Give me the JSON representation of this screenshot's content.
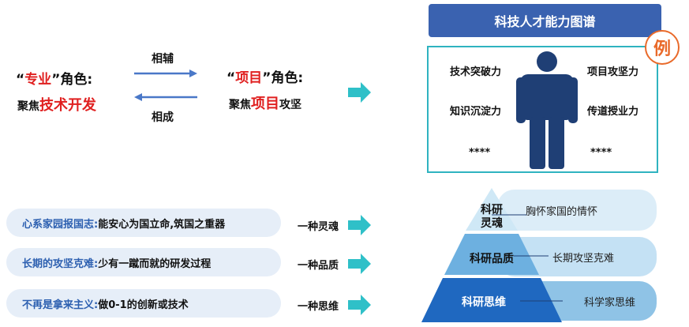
{
  "left_top": {
    "professional_role": {
      "quote_open": "“",
      "keyword": "专业",
      "quote_close": "”",
      "suffix": "角色:"
    },
    "professional_focus": {
      "prefix": "聚焦",
      "keyword": "技术开发"
    },
    "project_role": {
      "quote_open": "“",
      "keyword": "项目",
      "quote_close": "”",
      "suffix": "角色:"
    },
    "project_focus": {
      "prefix": "聚焦",
      "keyword": "项目",
      "suffix": "攻坚"
    },
    "arrow_right_label": "相辅",
    "arrow_left_label": "相成"
  },
  "panel": {
    "title": "科技人才能力图谱",
    "badge": "例",
    "left_abilities": [
      "技术突破力",
      "知识沉淀力",
      "****"
    ],
    "right_abilities": [
      "项目攻坚力",
      "传道授业力",
      "****"
    ]
  },
  "rows": [
    {
      "key": "心系家园报国志:",
      "text": "能安心为国立命,筑国之重器",
      "kind": "一种灵魂"
    },
    {
      "key": "长期的攻坚克难:",
      "text": "少有一蹴而就的研发过程",
      "kind": "一种品质"
    },
    {
      "key": "不再是拿来主义:",
      "text": "做0-1的创新或技术",
      "kind": "一种思维"
    }
  ],
  "pyramid": [
    {
      "label_line1": "科研",
      "label_line2": "灵魂",
      "desc": "胸怀家国的情怀"
    },
    {
      "label_line1": "科研品质",
      "label_line2": "",
      "desc": "长期攻坚克难"
    },
    {
      "label_line1": "科研思维",
      "label_line2": "",
      "desc": "科学家思维"
    }
  ],
  "colors": {
    "accent_red": "#e02020",
    "header_blue": "#3a62b0",
    "teal_arrow": "#2fc0c8",
    "figure_navy": "#1f3f75",
    "pill_bg": "#e6eef8"
  }
}
